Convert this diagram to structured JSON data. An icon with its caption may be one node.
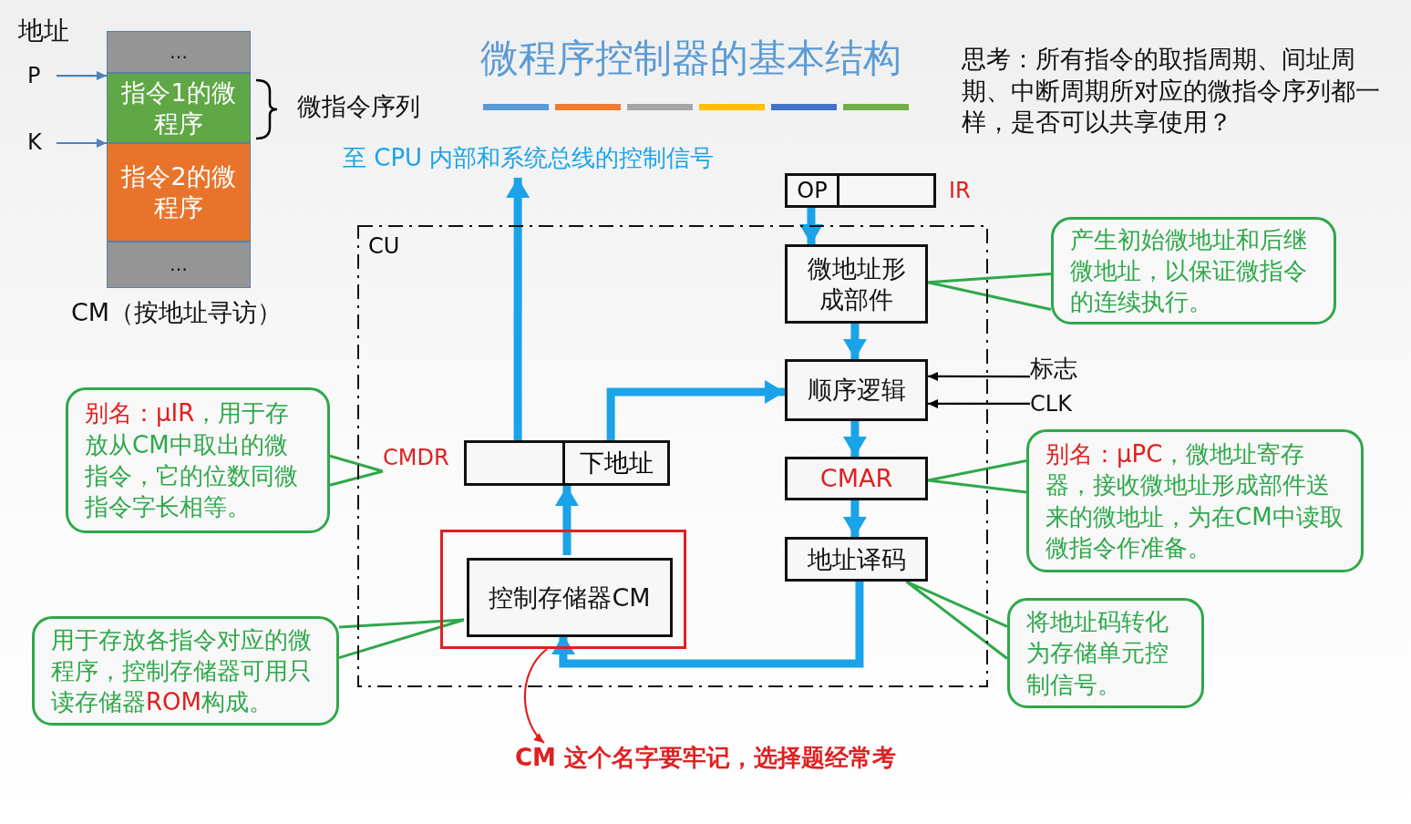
{
  "diagram": {
    "title": "微程序控制器的基本结构",
    "nodes": [
      {
        "text": [
          "…"
        ]
      },
      {
        "text": [
          "指令1的微程序"
        ]
      },
      {
        "text": [
          "指令2的微程序"
        ]
      },
      {
        "text": [
          "…"
        ]
      },
      {
        "text": [
          "P"
        ]
      },
      {
        "text": [
          "K"
        ]
      },
      {
        "text": [
          "CU"
        ]
      },
      {
        "text": [
          "OP"
        ],
        "beside": [
          "IR"
        ]
      },
      {
        "text": [
          "微地址形成部件"
        ],
        "in": 6
      },
      {
        "text": [
          "顺序逻辑"
        ],
        "in": 6
      },
      {
        "text": [
          "CMAR"
        ],
        "in": 6
      },
      {
        "text": [
          "地址译码"
        ],
        "in": 6
      },
      {
        "text": [],
        "shape": "box",
        "in": 6
      },
      {
        "text": [
          "控制存储器CM"
        ],
        "in": 12
      },
      {
        "text": [
          "下地址"
        ],
        "beside": [
          "CMDR"
        ],
        "in": 6
      },
      {
        "text": [
          "至 CPU 内部和系统总线的控制信号"
        ]
      },
      {
        "text": [
          "标志"
        ]
      },
      {
        "text": [
          "CLK"
        ]
      },
      {
        "text": [
          "**别名：μIR**，用于存放从CM中取出的微指令，它的位数同微指令字长相等。"
        ]
      },
      {
        "text": [
          "用于存放各指令对应的微程序，控制存储器可用只读存储器**ROM**构成。"
        ]
      },
      {
        "text": [
          "产生初始微地址和后继微地址，以保证微指令的连续执行。"
        ]
      },
      {
        "text": [
          "**别名：μPC**，微地址寄存器，接收微地址形成部件送来的微地址，为在CM中读取微指令作准备。"
        ]
      },
      {
        "text": [
          "将地址码转化为存储单元控制信号。"
        ]
      },
      {
        "text": [
          "CM 这个名字要牢记，选择题经常考"
        ]
      }
    ],
    "edges": [
      {
        "from": 4,
        "to": 1,
        "arrow": "to",
        "color": "#4f81bd"
      },
      {
        "from": 5,
        "to": 2,
        "arrow": "to",
        "color": "#4f81bd"
      },
      {
        "from": 7,
        "to": 8,
        "arrow": "to",
        "style": "thick"
      },
      {
        "from": 8,
        "to": 9,
        "arrow": "to",
        "style": "thick"
      },
      {
        "from": 9,
        "to": 10,
        "arrow": "to",
        "style": "thick"
      },
      {
        "from": 10,
        "to": 11,
        "arrow": "to",
        "style": "thick"
      },
      {
        "from": 11,
        "to": 13,
        "arrow": "to",
        "style": "thick"
      },
      {
        "from": 13,
        "to": 14,
        "arrow": "to",
        "style": "thick"
      },
      {
        "from": 14,
        "to": 9,
        "arrow": "to",
        "style": "thick"
      },
      {
        "from": 14,
        "to": 15,
        "arrow": "to",
        "style": "thick"
      },
      {
        "from": 16,
        "to": 9,
        "arrow": "to",
        "color": "#000000"
      },
      {
        "from": 17,
        "to": 9,
        "arrow": "to",
        "color": "#000000"
      },
      {
        "from": 18,
        "to": 14,
        "arrow": "none",
        "color": "#2ea84a"
      },
      {
        "from": 19,
        "to": 13,
        "arrow": "none",
        "color": "#2ea84a"
      },
      {
        "from": 20,
        "to": 8,
        "arrow": "none",
        "color": "#2ea84a"
      },
      {
        "from": 21,
        "to": 10,
        "arrow": "none",
        "color": "#2ea84a"
      },
      {
        "from": 22,
        "to": 11,
        "arrow": "none",
        "color": "#2ea84a"
      },
      {
        "from": 12,
        "to": 23,
        "arrow": "to",
        "color": "#e02020"
      }
    ],
    "labels": [
      "地址",
      "微指令序列",
      "CM（按地址寻访）",
      "思考：所有指令的取指周期、间址周期、中断周期所对应的微指令序列都一样，是否可以共享使用？"
    ]
  }
}
